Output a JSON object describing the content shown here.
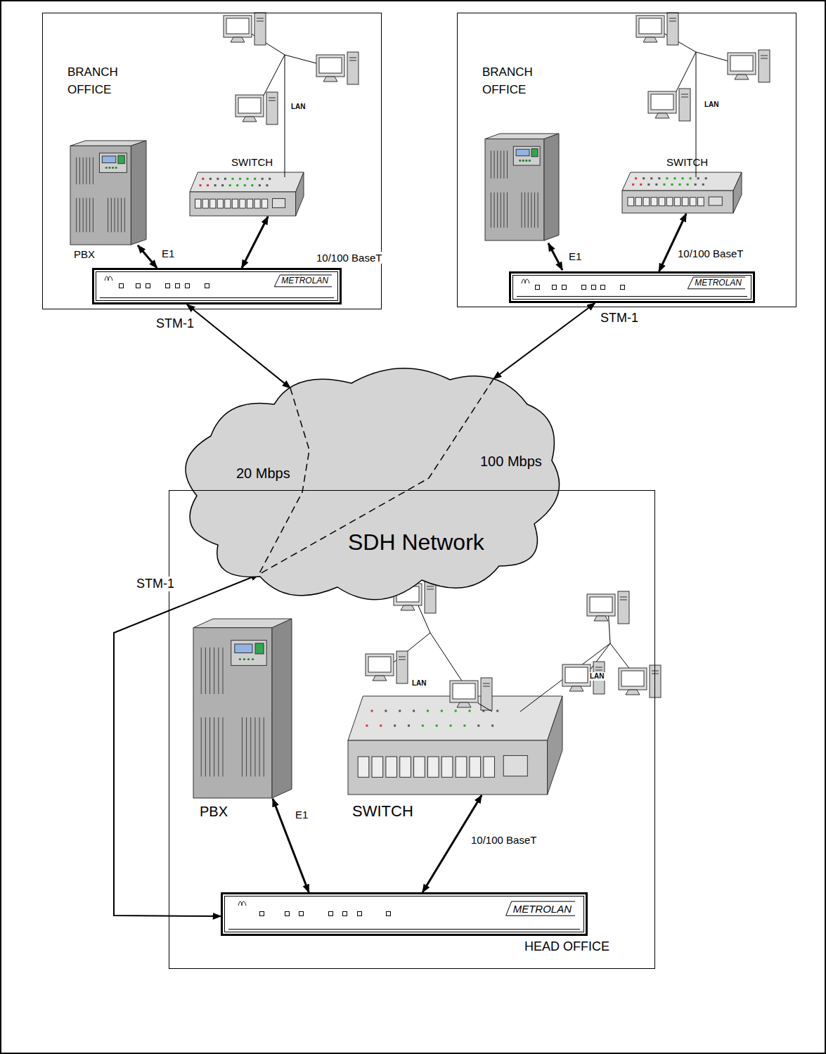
{
  "diagram": {
    "nodes": [
      {
        "text": [
          "BRANCH OFFICE"
        ]
      },
      {
        "text": [
          "PBX"
        ],
        "in": 0
      },
      {
        "text": [
          "SWITCH"
        ],
        "in": 0
      },
      {
        "text": [
          "METROLAN"
        ],
        "in": 0
      },
      {
        "text": [
          "BRANCH OFFICE"
        ]
      },
      {
        "text": [
          "SWITCH"
        ],
        "in": 4
      },
      {
        "text": [
          "METROLAN"
        ],
        "in": 4
      },
      {
        "text": [
          "SDH Network"
        ]
      },
      {
        "text": [
          "HEAD OFFICE"
        ]
      },
      {
        "text": [
          "PBX"
        ],
        "in": 8
      },
      {
        "text": [
          "SWITCH"
        ],
        "in": 8
      },
      {
        "text": [
          "METROLAN"
        ],
        "in": 8
      }
    ],
    "edges": [
      {
        "from": 1,
        "to": 3,
        "label": "E1",
        "arrow": "both"
      },
      {
        "from": 2,
        "to": 3,
        "label": "10/100 BaseT",
        "arrow": "both"
      },
      {
        "from": 3,
        "to": 7,
        "label": "STM-1",
        "arrow": "both"
      },
      {
        "from": 5,
        "to": 6,
        "label": "10/100 BaseT",
        "arrow": "both"
      },
      {
        "from": 6,
        "to": 7,
        "label": "STM-1",
        "arrow": "both"
      },
      {
        "from": 9,
        "to": 11,
        "label": "E1",
        "arrow": "both"
      },
      {
        "from": 10,
        "to": 11,
        "label": "10/100 BaseT",
        "arrow": "both"
      },
      {
        "from": 11,
        "to": 7,
        "label": "STM-1",
        "arrow": "both"
      }
    ],
    "labels": [
      "LAN",
      "LAN",
      "E1",
      "20 Mbps",
      "100 Mbps",
      "LAN",
      "LAN"
    ]
  }
}
